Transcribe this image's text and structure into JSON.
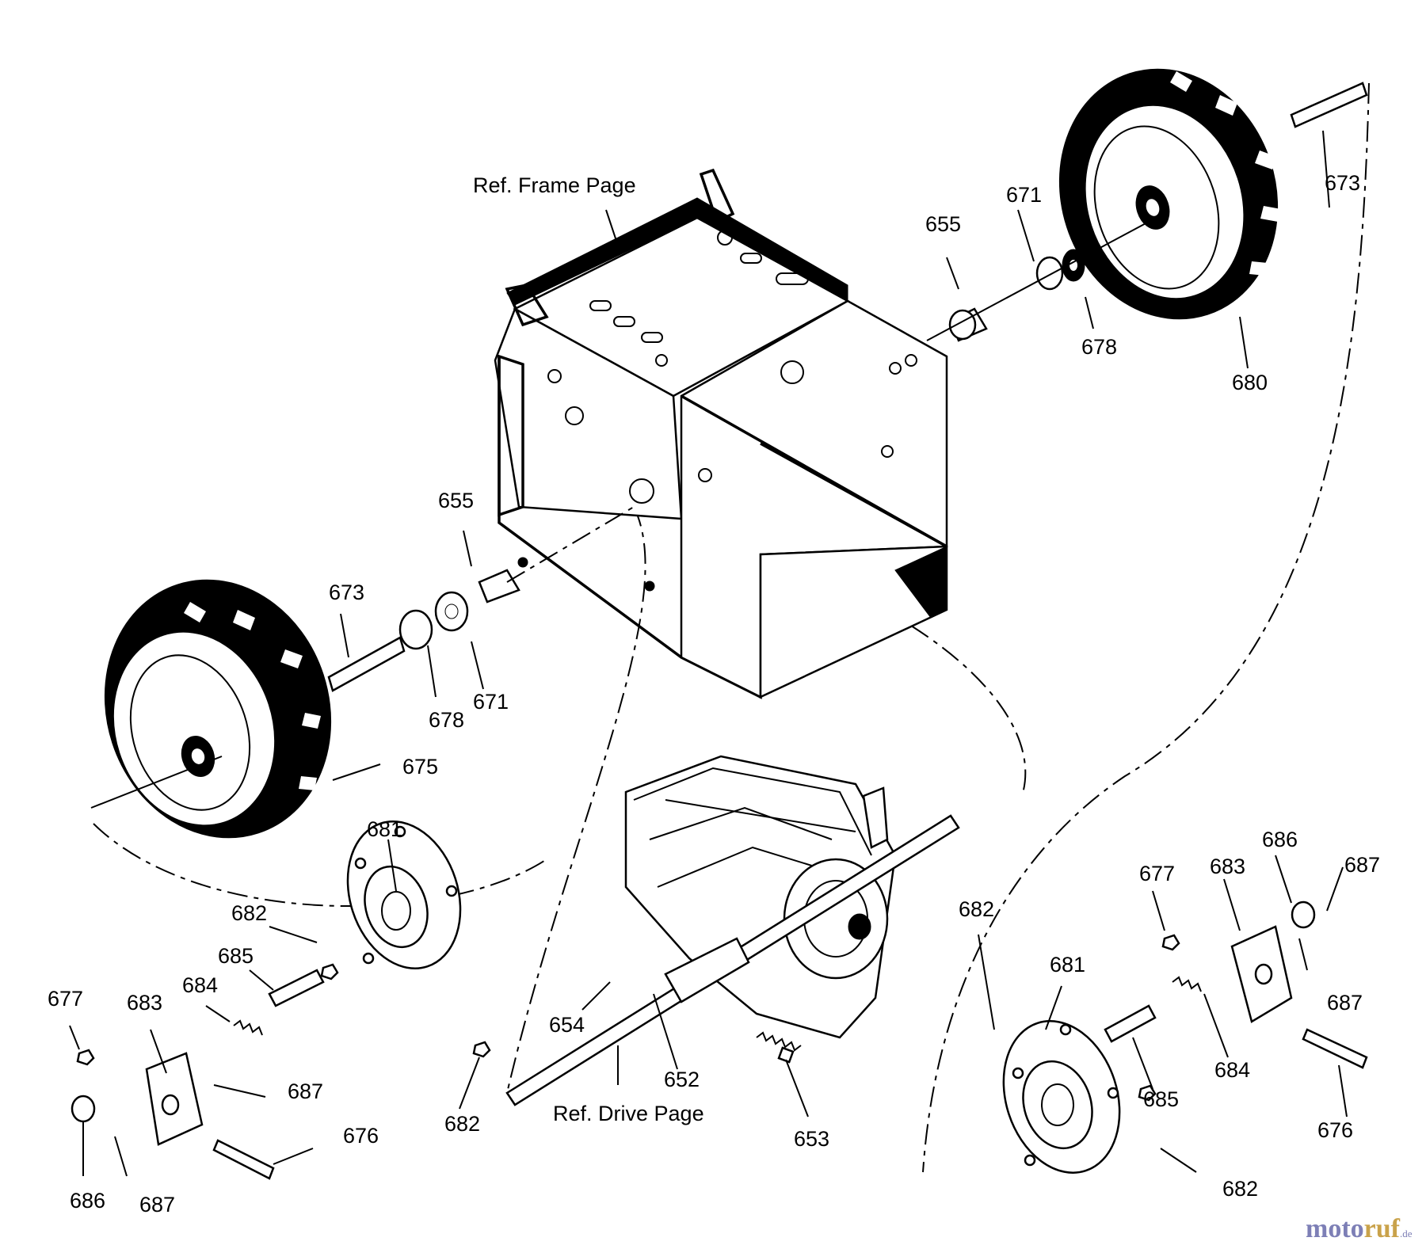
{
  "refs": {
    "frame": "Ref. Frame Page",
    "drive": "Ref. Drive Page"
  },
  "labels": {
    "p673a": "673",
    "p671a": "671",
    "p655a": "655",
    "p678a": "678",
    "p680": "680",
    "p655b": "655",
    "p673b": "673",
    "p678b": "678",
    "p671b": "671",
    "p675": "675",
    "p681a": "681",
    "p682a": "682",
    "p685a": "685",
    "p684a": "684",
    "p677a": "677",
    "p683a": "683",
    "p687a": "687",
    "p676a": "676",
    "p682b": "682",
    "p686a": "686",
    "p687b": "687",
    "p654": "654",
    "p652": "652",
    "p653": "653",
    "p682c": "682",
    "p681b": "681",
    "p677b": "677",
    "p683b": "683",
    "p686b": "686",
    "p687c": "687",
    "p687d": "687",
    "p684b": "684",
    "p685b": "685",
    "p676b": "676",
    "p682d": "682"
  },
  "watermark": {
    "part1": "moto",
    "part2": "ruf",
    "part3": ".de"
  }
}
